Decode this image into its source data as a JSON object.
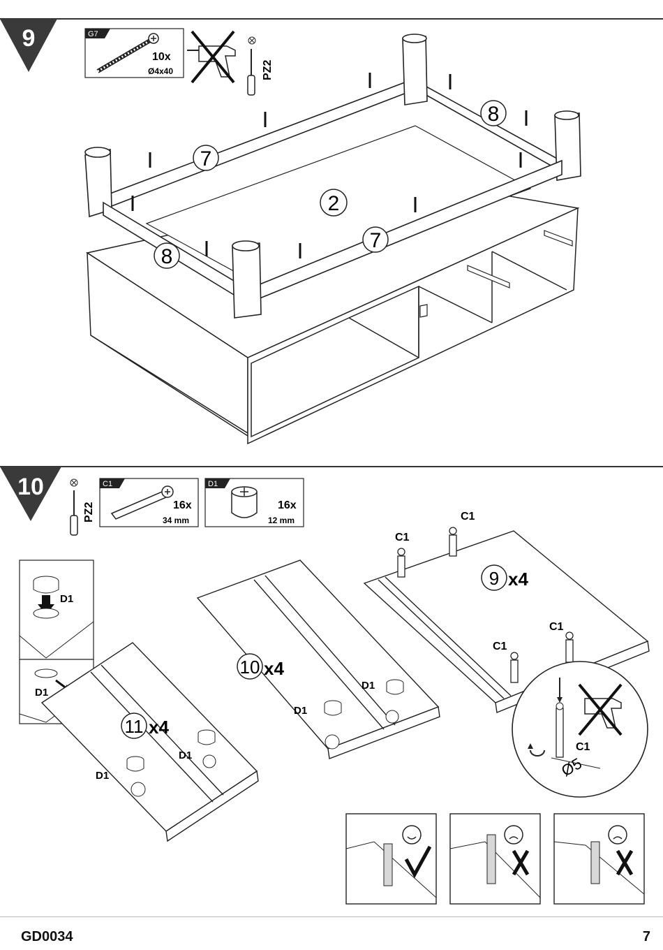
{
  "steps": [
    {
      "number": "9",
      "hardware": [
        {
          "code": "G7",
          "quantity": "10x",
          "size": "Ø4x40",
          "icon": "screw-icon"
        }
      ],
      "tool": "PZ2",
      "no_drill": true,
      "part_labels": [
        "7",
        "8",
        "2",
        "7",
        "8"
      ]
    },
    {
      "number": "10",
      "tool": "PZ2",
      "hardware": [
        {
          "code": "C1",
          "quantity": "16x",
          "size": "34 mm",
          "icon": "cam-bolt-icon"
        },
        {
          "code": "D1",
          "quantity": "16x",
          "size": "12 mm",
          "icon": "cam-lock-icon"
        }
      ],
      "panels": [
        {
          "part": "11",
          "count": "x4"
        },
        {
          "part": "10",
          "count": "x4"
        },
        {
          "part": "9",
          "count": "x4"
        }
      ],
      "labels": {
        "c1": "C1",
        "d1": "D1"
      },
      "detail_size": "Ø5",
      "checks": [
        {
          "face": "smile-icon",
          "mark": "check-icon"
        },
        {
          "face": "frown-icon",
          "mark": "cross-icon"
        },
        {
          "face": "frown-icon",
          "mark": "cross-icon"
        }
      ]
    }
  ],
  "footer": {
    "doc_code": "GD0034",
    "page": "7"
  }
}
